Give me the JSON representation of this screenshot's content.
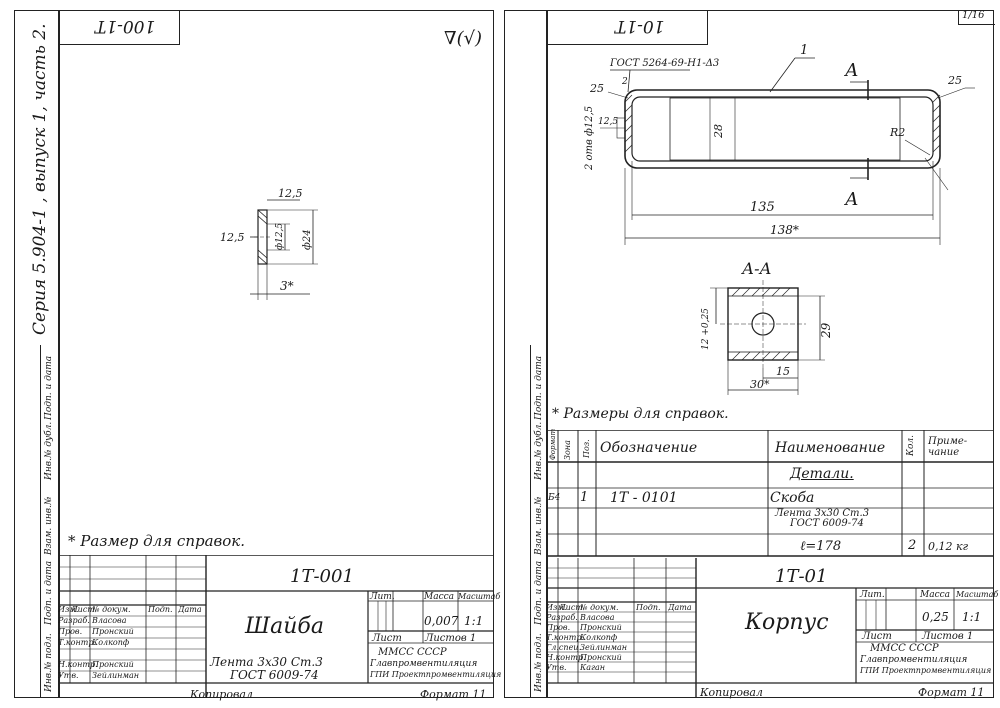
{
  "left_sheet": {
    "top_stamp": "100-1T",
    "roughness_mark": "∇(√)",
    "series_margin": "Серия 5.904-1 , выпуск 1, часть 2.",
    "dims": {
      "thickness_top": "12,5",
      "inner_left": "12,5",
      "inner_dia": "ф12,5",
      "outer_dia": "ф24",
      "width": "3*"
    },
    "note": "* Размер для справок.",
    "side_labels": [
      "Инв.№ подл.",
      "Подп. и дата",
      "Взам. инв.№",
      "Инв.№ дубл.",
      "Подп. и дата"
    ],
    "title_block": {
      "code": "1Т-001",
      "name": "Шайба",
      "material_line1": "Лента 3х30 Ст.3",
      "material_line2": "ГОСТ 6009-74",
      "lit_header": "Лит.",
      "mass_header": "Масса",
      "scale_header": "Масштаб",
      "mass": "0,007",
      "scale": "1:1",
      "sheet_label": "Лист",
      "sheets_label": "Листов 1",
      "org1": "ММСС СССР",
      "org2": "Главпромвентиляция",
      "org3": "ГПИ Проектпромвентиляция",
      "header_row": [
        "Изм.",
        "Лист",
        "№ докум.",
        "Подп.",
        "Дата"
      ],
      "people": [
        {
          "role": "Разраб.",
          "name": "Власова"
        },
        {
          "role": "Пров.",
          "name": "Пронский"
        },
        {
          "role": "Т.контр.",
          "name": "Колкопф"
        },
        {
          "role": "Н.контр.",
          "name": "Пронский"
        },
        {
          "role": "Утв.",
          "name": "Зейлинман"
        }
      ]
    },
    "copied": "Копировал",
    "format": "Формат 11"
  },
  "right_sheet": {
    "top_stamp": "10-1T",
    "sheet_no": "1/16",
    "weld_note": "ГОСТ 5264-69-Н1-Δ3",
    "leader_1": "1",
    "section_mark": "А",
    "dims": {
      "corner_left": "25",
      "corner_right": "25",
      "small2": "2",
      "holes": "2 отв ф12,5",
      "hole_sq": "12,5",
      "height": "28",
      "radius": "R2",
      "len135": "135",
      "len138": "138*",
      "sec_title": "А-А",
      "sec_height": "29",
      "sec_offset": "12 +0,25",
      "sec_15": "15",
      "sec_30": "30*"
    },
    "note": "* Размеры для справок.",
    "spec_table": {
      "headers": [
        "Формат",
        "Зона",
        "Поз.",
        "Обозначение",
        "Наименование",
        "Кол.",
        "Приме-чание"
      ],
      "section_title": "Детали.",
      "row": {
        "format": "Б4",
        "pos": "1",
        "designation": "1Т - 0101",
        "name": "Скоба",
        "material1": "Лента 3х30 Ст.3",
        "material2": "ГОСТ 6009-74"
      },
      "length": "ℓ=178",
      "qty": "2",
      "note": "0,12 кг"
    },
    "side_labels": [
      "Инв.№ подл.",
      "Подп. и дата",
      "Взам. инв.№",
      "Инв.№ дубл.",
      "Подп. и дата"
    ],
    "title_block": {
      "code": "1Т-01",
      "name": "Корпус",
      "lit_header": "Лит.",
      "mass_header": "Масса",
      "scale_header": "Масштаб",
      "mass": "0,25",
      "scale": "1:1",
      "sheet_label": "Лист",
      "sheets_label": "Листов 1",
      "org1": "ММСС СССР",
      "org2": "Главпромвентиляция",
      "org3": "ГПИ Проектпромвентиляция",
      "header_row": [
        "Изм.",
        "Лист",
        "№ докум.",
        "Подп.",
        "Дата"
      ],
      "people": [
        {
          "role": "Разраб.",
          "name": "Власова"
        },
        {
          "role": "Пров.",
          "name": "Пронский"
        },
        {
          "role": "Т.контр.",
          "name": "Колкопф"
        },
        {
          "role": "Гл.спец.",
          "name": "Зейлинман"
        },
        {
          "role": "Н.контр.",
          "name": "Пронский"
        },
        {
          "role": "Утв.",
          "name": "Каган"
        }
      ]
    },
    "copied": "Копировал",
    "format": "Формат 11"
  }
}
